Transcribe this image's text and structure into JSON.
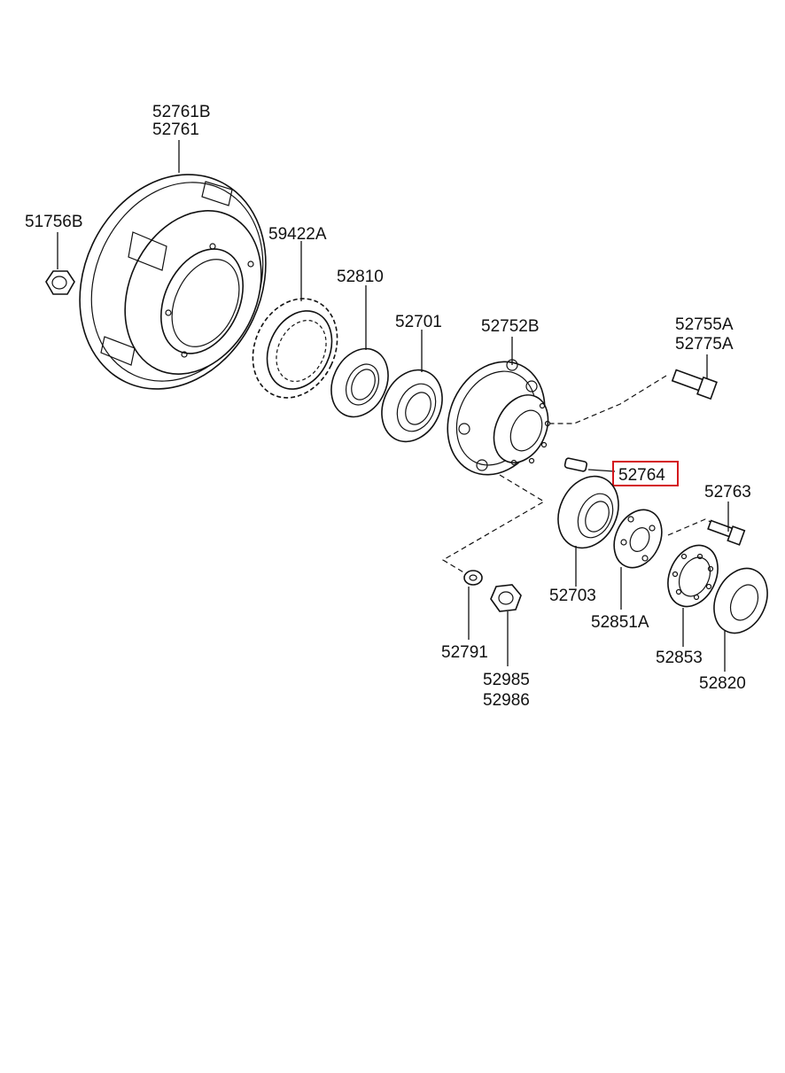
{
  "diagram": {
    "highlighted_part": "52764",
    "highlight_color": "#d4161c",
    "line_color": "#111111",
    "labels": {
      "p52761B": "52761B",
      "p52761": "52761",
      "p51756B": "51756B",
      "p59422A": "59422A",
      "p52810": "52810",
      "p52701": "52701",
      "p52752B": "52752B",
      "p52755A": "52755A",
      "p52775A": "52775A",
      "p52764": "52764",
      "p52763": "52763",
      "p52703": "52703",
      "p52851A": "52851A",
      "p52853": "52853",
      "p52820": "52820",
      "p52791": "52791",
      "p52985": "52985",
      "p52986": "52986"
    }
  }
}
